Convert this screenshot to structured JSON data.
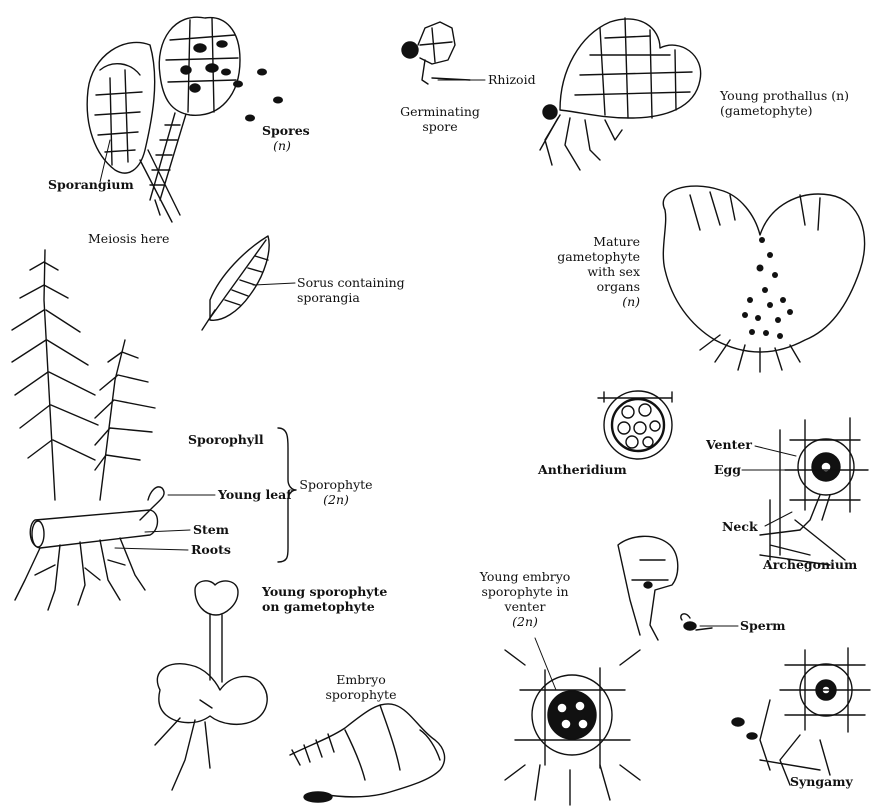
{
  "labels": {
    "sporangium": "Sporangium",
    "spores": "Spores",
    "spores_ploidy": "(n)",
    "meiosis": "Meiosis here",
    "rhizoid": "Rhizoid",
    "germinating_spore_1": "Germinating",
    "germinating_spore_2": "spore",
    "young_prothallus_1": "Young prothallus (n)",
    "young_prothallus_2": "(gametophyte)",
    "mature_gametophyte_1": "Mature",
    "mature_gametophyte_2": "gametophyte",
    "mature_gametophyte_3": "with sex",
    "mature_gametophyte_4": "organs",
    "mature_gametophyte_5": "(n)",
    "sorus_1": "Sorus containing",
    "sorus_2": "sporangia",
    "sporophyll": "Sporophyll",
    "young_leaf": "Young leaf",
    "stem": "Stem",
    "roots": "Roots",
    "sporophyte": "Sporophyte",
    "sporophyte_ploidy": "(2n)",
    "antheridium": "Antheridium",
    "venter": "Venter",
    "egg": "Egg",
    "neck": "Neck",
    "archegonium": "Archegonium",
    "young_sporophyte_1": "Young sporophyte",
    "young_sporophyte_2": "on gametophyte",
    "young_embryo_1": "Young embryo",
    "young_embryo_2": "sporophyte in",
    "young_embryo_3": "venter",
    "young_embryo_4": "(2n)",
    "sperm": "Sperm",
    "embryo_sporophyte_1": "Embryo",
    "embryo_sporophyte_2": "sporophyte",
    "syngamy": "Syngamy"
  },
  "colors": {
    "ink": "#111111",
    "paper": "#ffffff"
  }
}
